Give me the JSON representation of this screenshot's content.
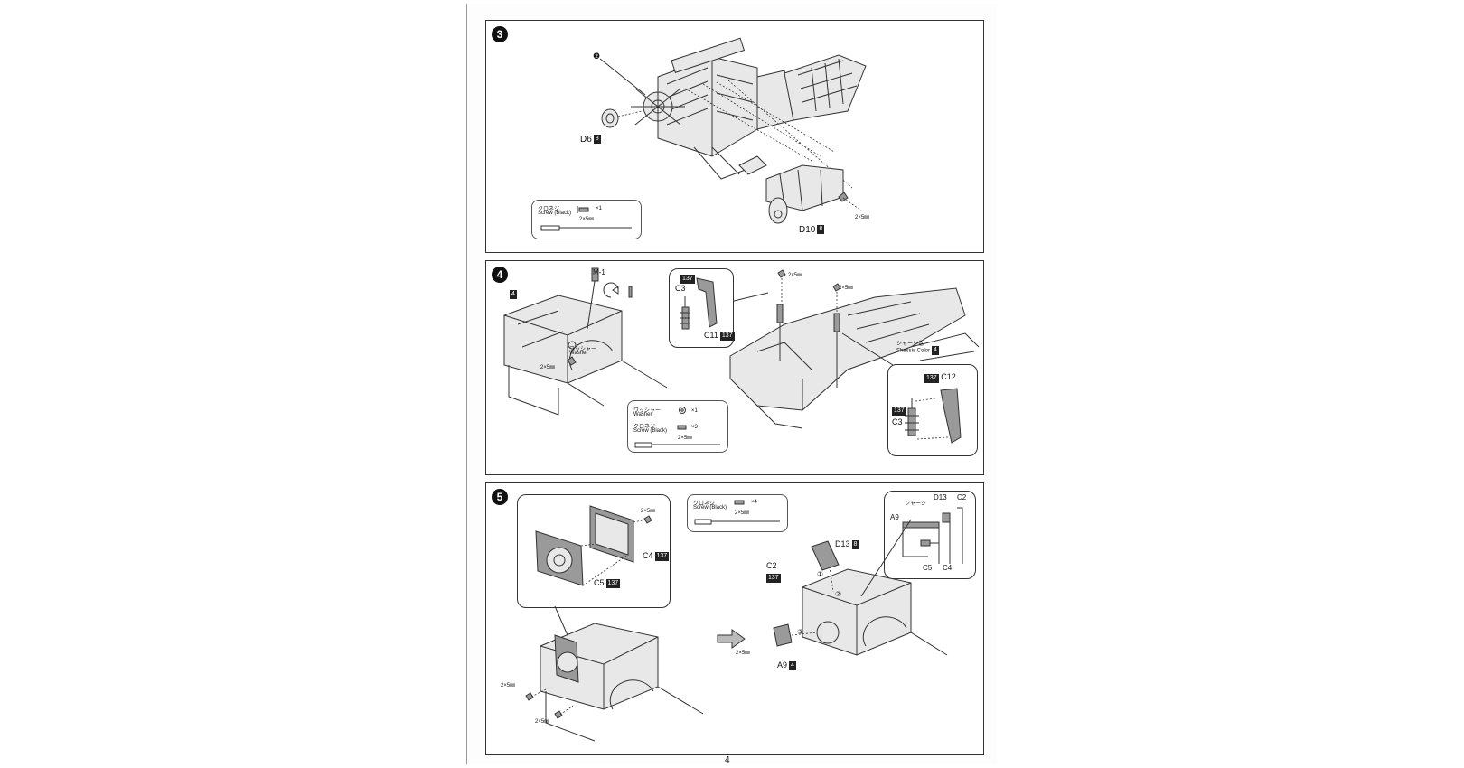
{
  "page_number": "4",
  "step3": {
    "number": "3",
    "marker": "❷",
    "part_d6": "D6",
    "part_d6_tag": "8",
    "part_d10": "D10",
    "part_d10_tag": "8",
    "screw_size_label": "2×5㎜",
    "parts_box": {
      "screw_jp": "クロネジ",
      "screw_en": "Screw (Black)",
      "qty": "×1",
      "size": "2×5㎜"
    }
  },
  "step4": {
    "number": "4",
    "tag_4": "4",
    "m1": "M-1",
    "washer_jp": "ワッシャー",
    "washer_en": "Washer",
    "screw_size": "2×5㎜",
    "inset1": {
      "tag": "137",
      "c3": "C3",
      "c11": "C11",
      "c11_tag": "137"
    },
    "screw_size_a": "2×5㎜",
    "screw_size_b": "2×5㎜",
    "chassis_jp": "シャーシ色",
    "chassis_en": "Shassis Color",
    "chassis_tag": "4",
    "inset2": {
      "tag": "137",
      "c12": "C12",
      "c3_tag": "137",
      "c3": "C3"
    },
    "parts_box": {
      "washer_jp": "ワッシャー",
      "washer_en": "Washer",
      "washer_qty": "×1",
      "screw_jp": "クロネジ",
      "screw_en": "Screw (Black)",
      "screw_qty": "×3",
      "screw_size": "2×5㎜"
    }
  },
  "step5": {
    "number": "5",
    "inset": {
      "screw_size": "2×5㎜",
      "c4": "C4",
      "c4_tag": "137",
      "c5": "C5",
      "c5_tag": "137"
    },
    "parts_box": {
      "screw_jp": "クロネジ",
      "screw_en": "Screw (Black)",
      "qty": "×4",
      "size": "2×5㎜"
    },
    "screw_size_left1": "2×5㎜",
    "screw_size_left2": "2×5㎜",
    "detail": {
      "chassis_jp": "シャーシ",
      "d13": "D13",
      "c2": "C2",
      "a9": "A9",
      "c5": "C5",
      "c4": "C4"
    },
    "d13": "D13",
    "d13_tag": "8",
    "c2": "C2",
    "c2_tag": "137",
    "a9": "A9",
    "a9_tag": "4",
    "screw_size_right": "2×5㎜",
    "marker_1": "①",
    "marker_2": "②",
    "marker_3": "③"
  }
}
